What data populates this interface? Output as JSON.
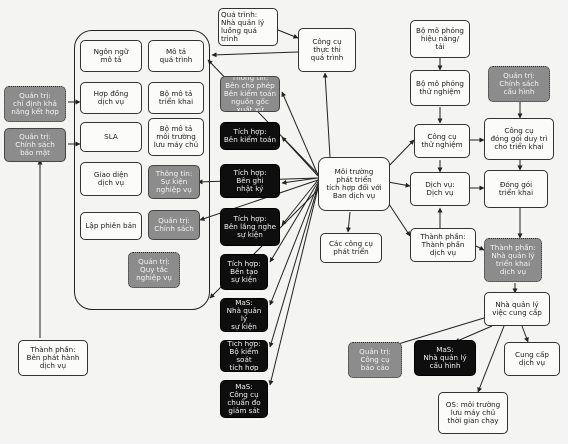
{
  "nodes": {
    "mo_ta_dich_vu": "Ngôn ngữ\nmô tả",
    "mo_ta_qua_trinh": "Mô tả\nquá trình",
    "hop_dong": "Hợp đồng\ndịch vụ",
    "bo_mo_ta_trien_khai": "Bộ mô tả\ntriển khai",
    "sla": "SLA",
    "bo_mo_ta_moi_truong": "Bộ mô tả\nmôi trường\nlưu máy chủ",
    "giao_dien": "Giao diện\ndịch vụ",
    "thong_tin_su_kien": "Thông tin:\nSự kiện\nnghiệp vụ",
    "lap_phien_ban": "Lập phiên bản",
    "quan_tri_chinh_sach": "Quản trị:\nChính sách",
    "quan_tri_quy_tac": "Quản trị:\nQuy tắc\nnghiệp vụ",
    "left_top_1": "Quản trị:\nchỉ định khả\nnăng kết hợp",
    "left_top_2": "Quản trị:\nChính sách\nbảo mật",
    "thanh_phan_phat_hanh": "Thành phần:\nBên phát hành\ndịch vụ",
    "qua_trinh": "Quá trình:\nNhà quản lý\nluồng quá trình",
    "cong_cu_thuc_thi": "Công cụ\nthực thi\nquá trình",
    "thong_tin_cho_phep": "Thông tin:\nBên cho phép\nBên kiểm toán\nnguồn gốc xuất xứ",
    "tich_hop_kiem_toan": "Tích hợp:\nBên kiểm toán",
    "tich_hop_ghi_nhat_ky": "Tích hợp:\nBên ghi\nnhật ký",
    "tich_hop_lang_nghe": "Tích hợp:\nBên lắng nghe\nsự kiện",
    "tich_hop_tao_su_kien": "Tích hợp:\nBên tạo\nsự kiện",
    "mas_quan_ly_su_kien": "MaS:\nNhà quản lý\nsự kiện",
    "tich_hop_kiem_soat": "Tích hợp:\nBộ kiểm soát\ntích hợp",
    "mas_cong_cu_chuan_doan": "MaS:\nCông cụ\nchuẩn đo\ngiám sát",
    "moi_truong_phat_trien": "Môi trường\nphát triển\ntích hợp đối với\nBan dịch vụ",
    "cac_cong_cu_phat_trien": "Các công cụ\nphát triển",
    "bo_mo_phong_hieu_nang": "Bộ mô phỏng\nhiệu năng/\ntải",
    "bo_mo_phong_thu_nghiem": "Bộ mô phỏng\nthử nghiệm",
    "cong_cu_thu_nghiem": "Công cụ\nthử nghiệm",
    "dich_vu": "Dịch vụ:\nDịch vụ",
    "thanh_phan_dich_vu": "Thành phần:\nThành phần\ndịch vụ",
    "right_top_gray": "Quản trị:\nChính sách\ncấu hình",
    "cong_cu_dong_goi": "Công cụ\nđóng gói duy trì\ncho triển khai",
    "dong_goi_trien_khai": "Đóng gói\ntriển khai",
    "thanh_phan_trien_khai": "Thành phần:\nNhà quản lý\ntriển khai\ndịch vụ",
    "nha_quan_ly_cung_cap": "Nhà quản lý\nviệc cung cấp",
    "quan_tri_bao_cao": "Quản trị:\nCông cụ\nbáo cáo",
    "mas_quan_ly_cau_hinh": "MaS:\nNhà quản lý\ncấu hình",
    "cung_cap_dich_vu": "Cung cấp\ndịch vụ",
    "os_moi_truong": "OS: môi trường\nlưu máy chủ\nthời gian chạy"
  }
}
